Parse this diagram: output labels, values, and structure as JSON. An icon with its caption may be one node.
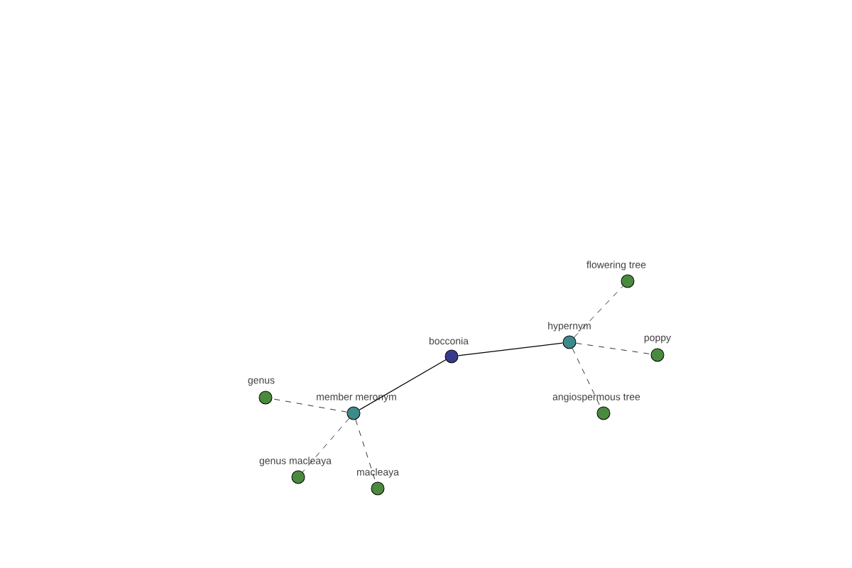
{
  "diagram": {
    "nodes": [
      {
        "text": [
          "bocconia"
        ]
      },
      {
        "text": [
          "hypernym"
        ]
      },
      {
        "text": [
          "flowering tree"
        ]
      },
      {
        "text": [
          "poppy"
        ]
      },
      {
        "text": [
          "angiospermous tree"
        ]
      },
      {
        "text": [
          "member meronym"
        ]
      },
      {
        "text": [
          "genus"
        ]
      },
      {
        "text": [
          "genus macleaya"
        ]
      },
      {
        "text": [
          "macleaya"
        ]
      }
    ],
    "edges": [
      {
        "from": 0,
        "to": 1,
        "arrow": "none"
      },
      {
        "from": 0,
        "to": 5,
        "arrow": "none"
      },
      {
        "from": 1,
        "to": 2,
        "arrow": "none",
        "style": "dashed"
      },
      {
        "from": 1,
        "to": 3,
        "arrow": "none",
        "style": "dashed"
      },
      {
        "from": 1,
        "to": 4,
        "arrow": "none",
        "style": "dashed"
      },
      {
        "from": 5,
        "to": 6,
        "arrow": "none",
        "style": "dashed"
      },
      {
        "from": 5,
        "to": 7,
        "arrow": "none",
        "style": "dashed"
      },
      {
        "from": 5,
        "to": 8,
        "arrow": "none",
        "style": "dashed"
      }
    ]
  }
}
